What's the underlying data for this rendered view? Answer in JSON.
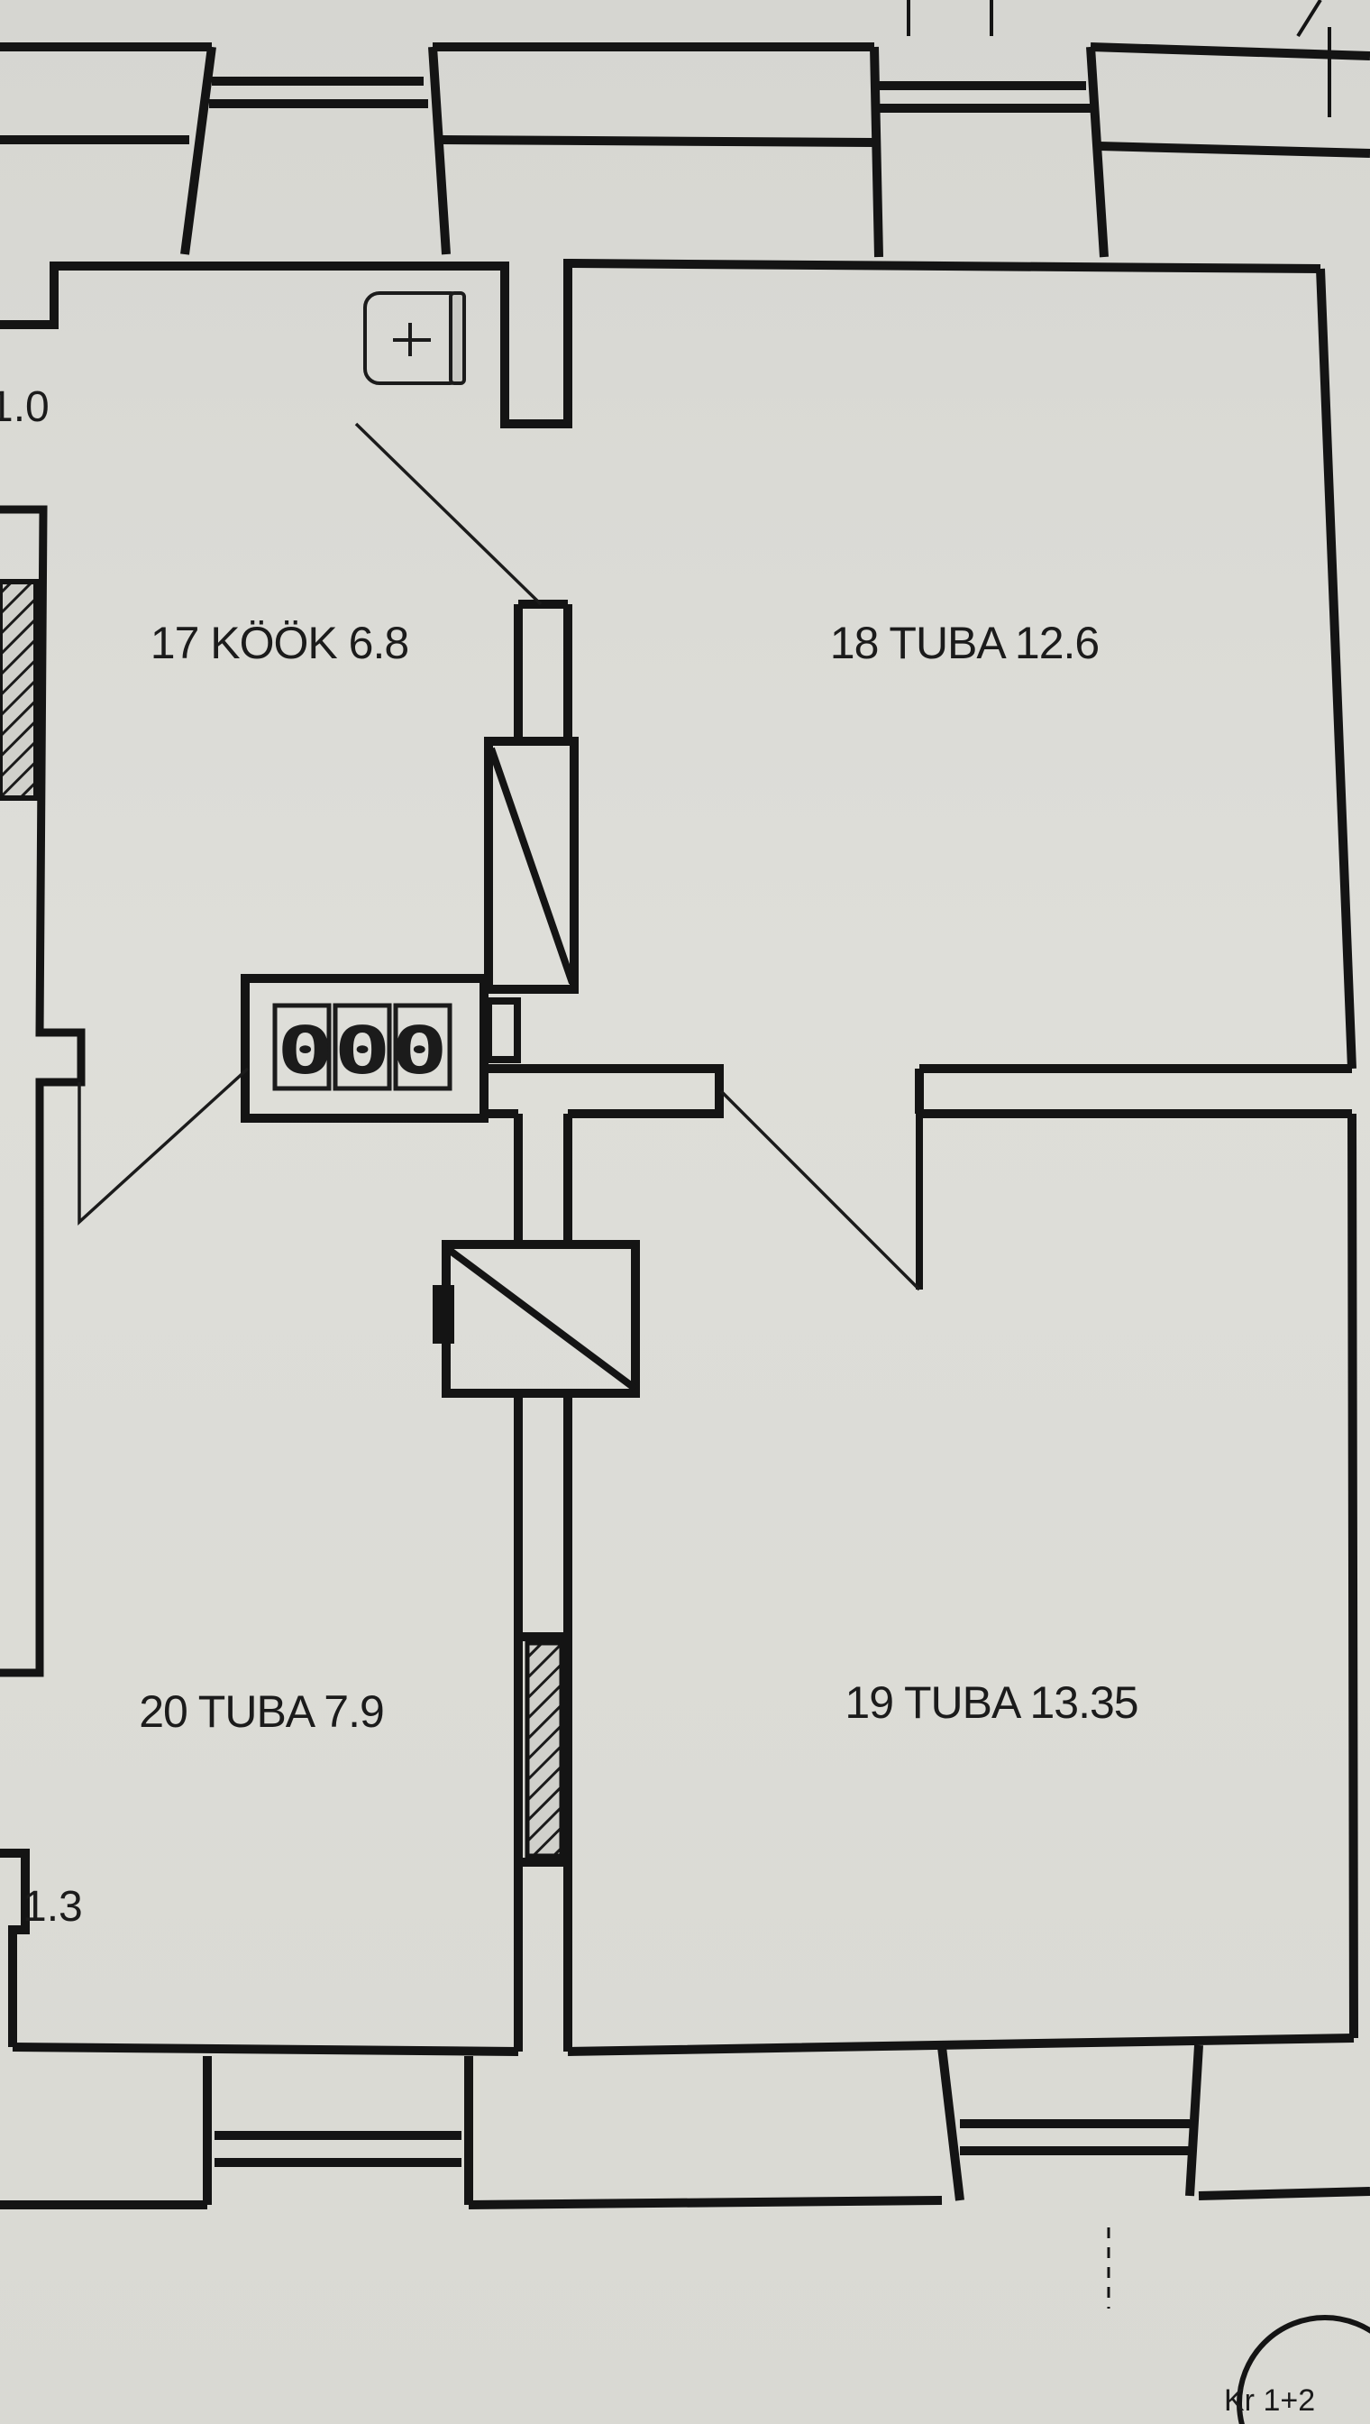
{
  "rooms": [
    {
      "label": "17 KÖÖK 6.8",
      "number": "17",
      "name": "KÖÖK",
      "area": 6.8
    },
    {
      "label": "18 TUBA 12.6",
      "number": "18",
      "name": "TUBA",
      "area": 12.6
    },
    {
      "label": "19 TUBA 13.35",
      "number": "19",
      "name": "TUBA",
      "area": 13.35
    },
    {
      "label": "20 TUBA 7.9",
      "number": "20",
      "name": "TUBA",
      "area": 7.9
    }
  ],
  "partial_labels": {
    "top_left": "1.0",
    "bottom_left": "1.3"
  },
  "meter": {
    "text": "000"
  },
  "stamp": {
    "text": "Kr 1+2"
  },
  "colors": {
    "wall": "#141414",
    "paper": "#d9d9d4",
    "hatch": "#1a1a1a"
  }
}
